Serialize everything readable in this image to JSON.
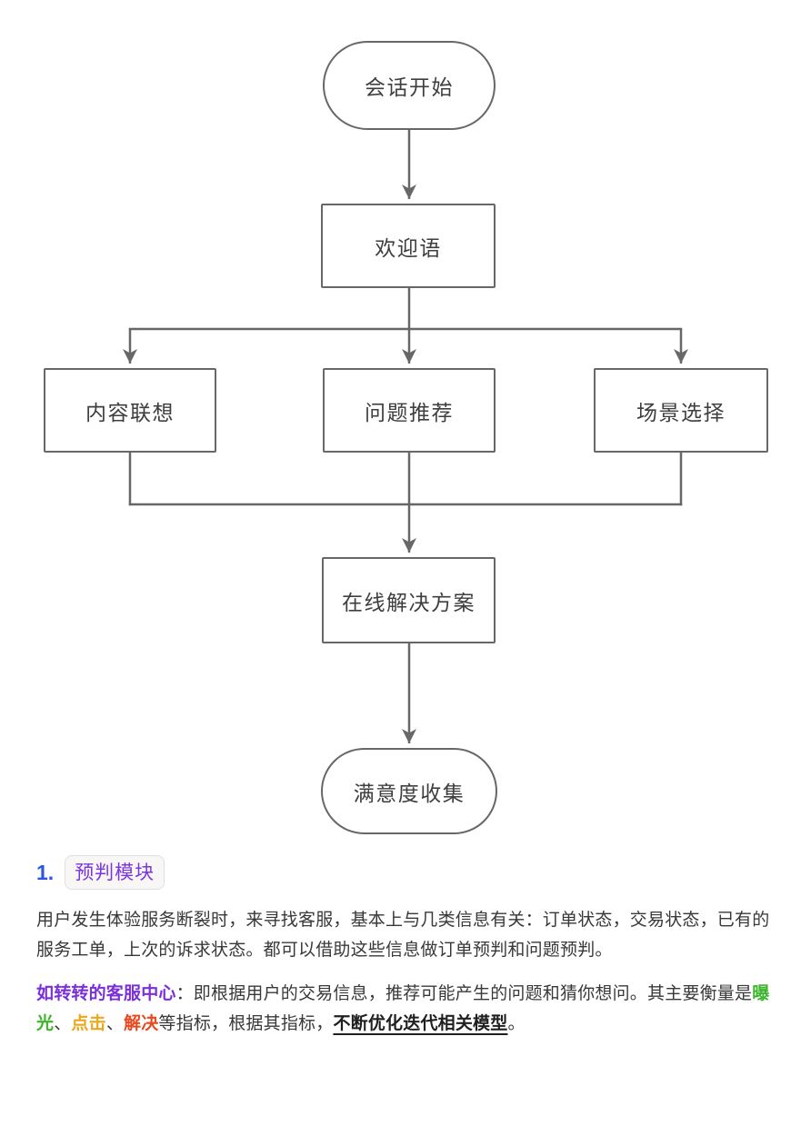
{
  "flowchart": {
    "stroke_color": "#676767",
    "nodes": [
      {
        "id": "start",
        "label": "会话开始",
        "shape": "stadium"
      },
      {
        "id": "welcome",
        "label": "欢迎语",
        "shape": "rect"
      },
      {
        "id": "content",
        "label": "内容联想",
        "shape": "rect"
      },
      {
        "id": "question",
        "label": "问题推荐",
        "shape": "rect"
      },
      {
        "id": "scene",
        "label": "场景选择",
        "shape": "rect"
      },
      {
        "id": "solution",
        "label": "在线解决方案",
        "shape": "rect"
      },
      {
        "id": "satisfaction",
        "label": "满意度收集",
        "shape": "stadium"
      }
    ],
    "edges": [
      {
        "from": "会话开始",
        "to": "欢迎语"
      },
      {
        "from": "欢迎语",
        "to": "内容联想"
      },
      {
        "from": "欢迎语",
        "to": "问题推荐"
      },
      {
        "from": "欢迎语",
        "to": "场景选择"
      },
      {
        "from": "内容联想",
        "to": "在线解决方案"
      },
      {
        "from": "问题推荐",
        "to": "在线解决方案"
      },
      {
        "from": "场景选择",
        "to": "在线解决方案"
      },
      {
        "from": "在线解决方案",
        "to": "满意度收集"
      }
    ]
  },
  "section": {
    "number": "1.",
    "number_color": "#2b55e6",
    "title": "预判模块",
    "title_color": "#7b35e0",
    "p1": "用户发生体验服务断裂时，来寻找客服，基本上与几类信息有关：订单状态，交易状态，已有的服务工单，上次的诉求状态。都可以借助这些信息做订单预判和问题预判。",
    "p2_segments": [
      {
        "text": "如转转的客服中心",
        "style": "purple-bold",
        "color": "#7b2fd9"
      },
      {
        "text": "：即根据用户的交易信息，推荐可能产生的问题和猜你想问。其主要衡量是",
        "style": "normal"
      },
      {
        "text": "曝光",
        "style": "green-bold",
        "color": "#3cb42c"
      },
      {
        "text": "、",
        "style": "normal"
      },
      {
        "text": "点击",
        "style": "orange-bold",
        "color": "#eda71d"
      },
      {
        "text": "、",
        "style": "normal"
      },
      {
        "text": "解决",
        "style": "red-bold",
        "color": "#e8491f"
      },
      {
        "text": "等指标，根据其指标，",
        "style": "normal"
      },
      {
        "text": "不断优化迭代相关模型",
        "style": "bold-underline"
      },
      {
        "text": "。",
        "style": "normal"
      }
    ]
  }
}
